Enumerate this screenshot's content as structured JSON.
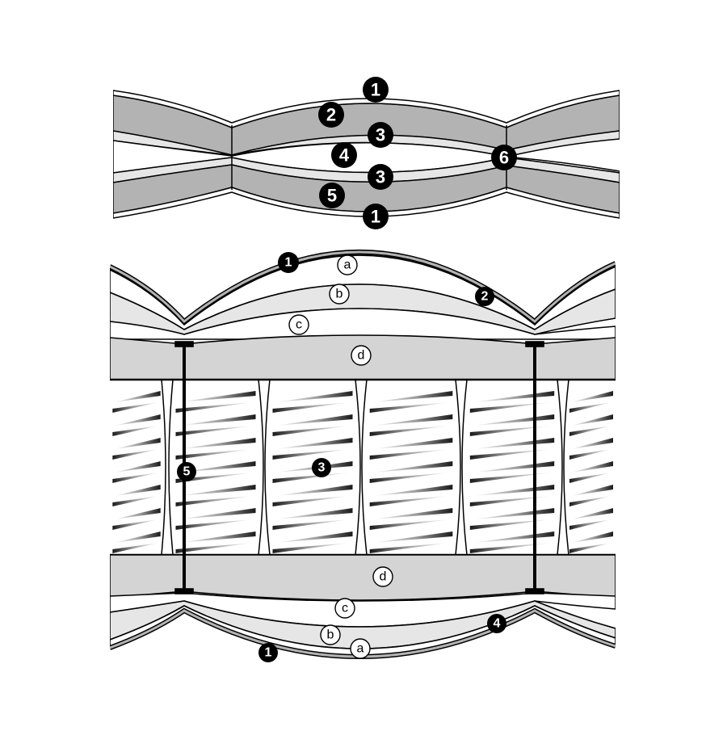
{
  "colors": {
    "cover": "#b3b3b3",
    "light_layer": "#e6e6e6",
    "mid_layer": "#d4d4d4",
    "outline": "#000000",
    "background": "#ffffff"
  },
  "top_diagram": {
    "labels": [
      {
        "id": "t1a",
        "text": "1",
        "style": "dark"
      },
      {
        "id": "t2",
        "text": "2",
        "style": "dark"
      },
      {
        "id": "t3a",
        "text": "3",
        "style": "dark"
      },
      {
        "id": "t4",
        "text": "4",
        "style": "dark"
      },
      {
        "id": "t6",
        "text": "6",
        "style": "dark"
      },
      {
        "id": "t3b",
        "text": "3",
        "style": "dark"
      },
      {
        "id": "t5",
        "text": "5",
        "style": "dark"
      },
      {
        "id": "t1b",
        "text": "1",
        "style": "dark"
      }
    ]
  },
  "bottom_diagram": {
    "labels": [
      {
        "id": "b1a",
        "text": "1",
        "style": "dark"
      },
      {
        "id": "ba1",
        "text": "a",
        "style": "light"
      },
      {
        "id": "bb1",
        "text": "b",
        "style": "light"
      },
      {
        "id": "b2",
        "text": "2",
        "style": "dark"
      },
      {
        "id": "bc1",
        "text": "c",
        "style": "light"
      },
      {
        "id": "bd1",
        "text": "d",
        "style": "light"
      },
      {
        "id": "b5",
        "text": "5",
        "style": "dark"
      },
      {
        "id": "b3",
        "text": "3",
        "style": "dark"
      },
      {
        "id": "bd2",
        "text": "d",
        "style": "light"
      },
      {
        "id": "bc2",
        "text": "c",
        "style": "light"
      },
      {
        "id": "b4",
        "text": "4",
        "style": "dark"
      },
      {
        "id": "bb2",
        "text": "b",
        "style": "light"
      },
      {
        "id": "ba2",
        "text": "a",
        "style": "light"
      },
      {
        "id": "b1b",
        "text": "1",
        "style": "dark"
      }
    ]
  }
}
